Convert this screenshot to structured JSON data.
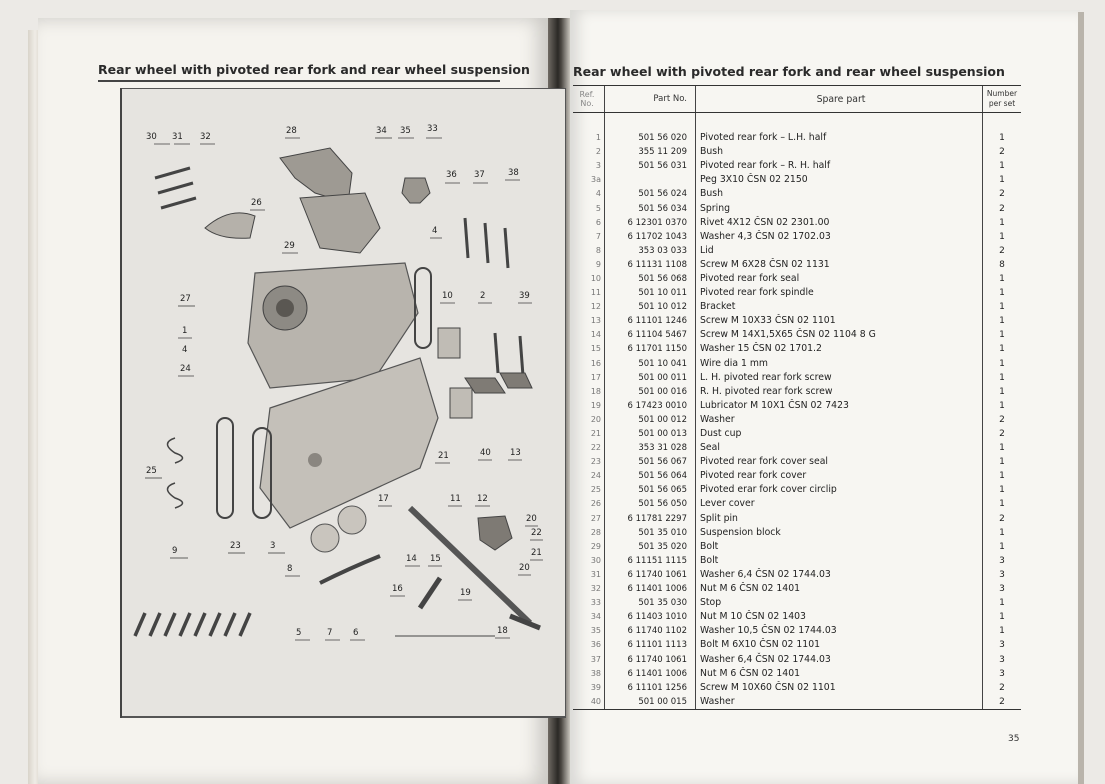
{
  "left_page": {
    "title": "Rear wheel with pivoted rear fork and rear wheel suspension",
    "figure_labels": [
      "30",
      "31",
      "32",
      "28",
      "34",
      "35",
      "33",
      "36",
      "37",
      "38",
      "26",
      "29",
      "4",
      "27",
      "10",
      "2",
      "39",
      "1",
      "4",
      "24",
      "25",
      "21",
      "40",
      "13",
      "17",
      "11",
      "12",
      "20",
      "22",
      "9",
      "23",
      "3",
      "8",
      "14",
      "15",
      "21",
      "20",
      "19",
      "16",
      "5",
      "7",
      "6",
      "18"
    ]
  },
  "right_page": {
    "title": "Rear wheel with pivoted rear fork and rear wheel suspension",
    "table": {
      "headers": {
        "ref": "Ref. No.",
        "part": "Part No.",
        "name": "Spare part",
        "number": "Number per set"
      },
      "rows": [
        {
          "ref": "1",
          "part": "501 56 020",
          "name": "Pivoted rear fork – L.H. half",
          "num": "1"
        },
        {
          "ref": "2",
          "part": "355 11 209",
          "name": "Bush",
          "num": "2"
        },
        {
          "ref": "3",
          "part": "501 56 031",
          "name": "Pivoted rear fork – R. H. half",
          "num": "1"
        },
        {
          "ref": "3a",
          "part": "",
          "name": "Peg 3X10 ČSN 02 2150",
          "num": "1"
        },
        {
          "ref": "4",
          "part": "501 56 024",
          "name": "Bush",
          "num": "2"
        },
        {
          "ref": "5",
          "part": "501 56 034",
          "name": "Spring",
          "num": "2"
        },
        {
          "ref": "6",
          "part": "6 12301 0370",
          "name": "Rivet 4X12 ČSN 02 2301.00",
          "num": "1"
        },
        {
          "ref": "7",
          "part": "6 11702 1043",
          "name": "Washer 4,3 ČSN 02 1702.03",
          "num": "1"
        },
        {
          "ref": "8",
          "part": "353 03 033",
          "name": "Lid",
          "num": "2"
        },
        {
          "ref": "9",
          "part": "6 11131 1108",
          "name": "Screw M 6X28 ČSN 02 1131",
          "num": "8"
        },
        {
          "ref": "10",
          "part": "501 56 068",
          "name": "Pivoted rear fork seal",
          "num": "1"
        },
        {
          "ref": "11",
          "part": "501 10 011",
          "name": "Pivoted rear fork spindle",
          "num": "1"
        },
        {
          "ref": "12",
          "part": "501 10 012",
          "name": "Bracket",
          "num": "1"
        },
        {
          "ref": "13",
          "part": "6 11101 1246",
          "name": "Screw M 10X33 ČSN 02 1101",
          "num": "1"
        },
        {
          "ref": "14",
          "part": "6 11104 5467",
          "name": "Screw M 14X1,5X65 ČSN 02 1104 8 G",
          "num": "1"
        },
        {
          "ref": "15",
          "part": "6 11701 1150",
          "name": "Washer 15 ČSN 02 1701.2",
          "num": "1"
        },
        {
          "ref": "16",
          "part": "501 10 041",
          "name": "Wire dia 1 mm",
          "num": "1"
        },
        {
          "ref": "17",
          "part": "501 00 011",
          "name": "L. H. pivoted rear fork screw",
          "num": "1"
        },
        {
          "ref": "18",
          "part": "501 00 016",
          "name": "R. H. pivoted rear fork screw",
          "num": "1"
        },
        {
          "ref": "19",
          "part": "6 17423 0010",
          "name": "Lubricator M 10X1 ČSN 02 7423",
          "num": "1"
        },
        {
          "ref": "20",
          "part": "501 00 012",
          "name": "Washer",
          "num": "2"
        },
        {
          "ref": "21",
          "part": "501 00 013",
          "name": "Dust cup",
          "num": "2"
        },
        {
          "ref": "22",
          "part": "353 31 028",
          "name": "Seal",
          "num": "1"
        },
        {
          "ref": "23",
          "part": "501 56 067",
          "name": "Pivoted rear fork cover seal",
          "num": "1"
        },
        {
          "ref": "24",
          "part": "501 56 064",
          "name": "Pivoted rear fork cover",
          "num": "1"
        },
        {
          "ref": "25",
          "part": "501 56 065",
          "name": "Pivoted erar fork cover circlip",
          "num": "1"
        },
        {
          "ref": "26",
          "part": "501 56 050",
          "name": "Lever cover",
          "num": "1"
        },
        {
          "ref": "27",
          "part": "6 11781 2297",
          "name": "Split pin",
          "num": "2"
        },
        {
          "ref": "28",
          "part": "501 35 010",
          "name": "Suspension block",
          "num": "1"
        },
        {
          "ref": "29",
          "part": "501 35 020",
          "name": "Bolt",
          "num": "1"
        },
        {
          "ref": "30",
          "part": "6 11151 1115",
          "name": "Bolt",
          "num": "3"
        },
        {
          "ref": "31",
          "part": "6 11740 1061",
          "name": "Washer 6,4 ČSN 02 1744.03",
          "num": "3"
        },
        {
          "ref": "32",
          "part": "6 11401 1006",
          "name": "Nut M 6 ČSN 02 1401",
          "num": "3"
        },
        {
          "ref": "33",
          "part": "501 35 030",
          "name": "Stop",
          "num": "1"
        },
        {
          "ref": "34",
          "part": "6 11403 1010",
          "name": "Nut M 10 ČSN 02 1403",
          "num": "1"
        },
        {
          "ref": "35",
          "part": "6 11740 1102",
          "name": "Washer 10,5 ČSN 02 1744.03",
          "num": "1"
        },
        {
          "ref": "36",
          "part": "6 11101 1113",
          "name": "Bolt M 6X10 ČSN 02 1101",
          "num": "3"
        },
        {
          "ref": "37",
          "part": "6 11740 1061",
          "name": "Washer 6,4 ČSN 02 1744.03",
          "num": "3"
        },
        {
          "ref": "38",
          "part": "6 11401 1006",
          "name": "Nut M 6 ČSN 02 1401",
          "num": "3"
        },
        {
          "ref": "39",
          "part": "6 11101 1256",
          "name": "Screw M 10X60 ČSN 02 1101",
          "num": "2"
        },
        {
          "ref": "40",
          "part": "501 00 015",
          "name": "Washer",
          "num": "2"
        }
      ]
    },
    "page_number": "35"
  }
}
